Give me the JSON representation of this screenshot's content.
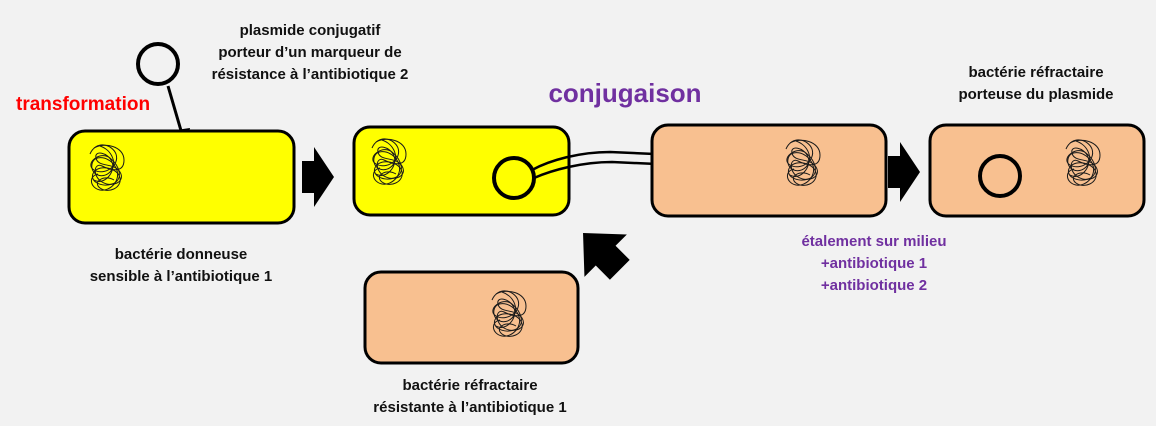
{
  "labels": {
    "plasmid_title": [
      "plasmide conjugatif",
      "porteur d’un marqueur de",
      "résistance à l’antibiotique 2"
    ],
    "transformation": "transformation",
    "conjugation": "conjugaison",
    "donor_bacterium": [
      "bactérie donneuse",
      "sensible à l’antibiotique 1"
    ],
    "recipient_bacterium": [
      "bactérie réfractaire",
      "résistante à l’antibiotique 1"
    ],
    "final_bacterium": [
      "bactérie réfractaire",
      "porteuse du plasmide"
    ],
    "plating": [
      "étalement sur milieu",
      "+antibiotique 1",
      "+antibiotique 2"
    ]
  },
  "colors": {
    "donor_fill": "#ffff00",
    "recipient_fill": "#f8c090",
    "outline": "#000000",
    "accent_purple": "#7030a0",
    "accent_red": "#ff0000",
    "background": "#f2f2f2"
  }
}
